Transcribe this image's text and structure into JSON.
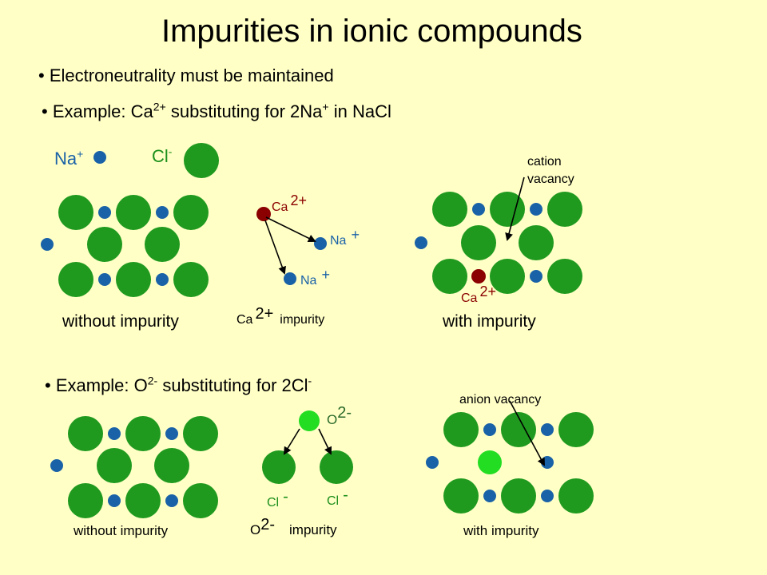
{
  "title": "Impurities in ionic compounds",
  "bullets": {
    "marker": "•",
    "b1": "Electroneutrality must be maintained",
    "b2_pre": "Example: Ca",
    "b2_sup1": "2+",
    "b2_mid": " substituting for 2Na",
    "b2_sup2": "+",
    "b2_post": " in NaCl",
    "b3_pre": "Example: O",
    "b3_sup1": "2-",
    "b3_mid": " substituting for 2Cl",
    "b3_sup2": "-"
  },
  "legend": {
    "na_symbol": "Na",
    "na_charge": "+",
    "cl_symbol": "Cl",
    "cl_charge": "-"
  },
  "top_row": {
    "without_caption": "without impurity",
    "impurity_caption_symbol": "Ca",
    "impurity_caption_charge": "2+",
    "impurity_caption_word": "impurity",
    "with_caption": "with impurity",
    "ca_label": "Ca",
    "ca_charge": "2+",
    "na1_label": "Na",
    "na1_charge": "+",
    "na2_label": "Na",
    "na2_charge": "+",
    "vacancy_line1": "cation",
    "vacancy_line2": "vacancy",
    "ca_with_label": "Ca",
    "ca_with_charge": "2+"
  },
  "bottom_row": {
    "without_caption": "without impurity",
    "impurity_caption_symbol": "O",
    "impurity_caption_charge": "2-",
    "impurity_caption_word": "impurity",
    "with_caption": "with impurity",
    "o_label": "O",
    "o_charge": "2-",
    "cl1_label": "Cl",
    "cl1_charge": "-",
    "cl2_label": "Cl",
    "cl2_charge": "-",
    "vacancy_label": "anion vacancy"
  },
  "colors": {
    "background": "#ffffc6",
    "chloride": "#1f9a1f",
    "sodium": "#1a62a8",
    "calcium": "#8b0000",
    "oxide": "#22dd22"
  }
}
